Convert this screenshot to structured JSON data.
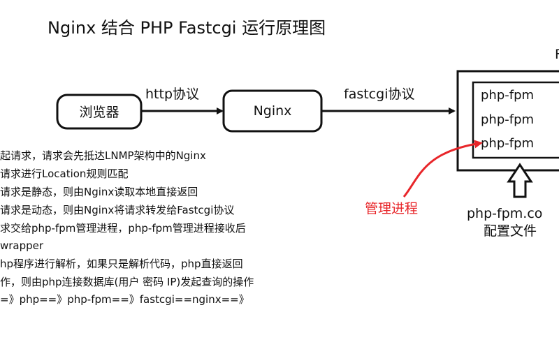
{
  "title": "Nginx 结合 PHP Fastcgi 运行原理图",
  "corner_mark": "F",
  "nodes": {
    "browser": "浏览器",
    "nginx": "Nginx"
  },
  "edges": {
    "http": "http协议",
    "fastcgi": "fastcgi协议"
  },
  "fpm_workers": [
    "php-fpm",
    "php-fpm",
    "php-fpm"
  ],
  "manager_label": "管理进程",
  "config": {
    "filename": "php-fpm.co",
    "caption": "配置文件"
  },
  "steps": [
    "起请求，请求会先抵达LNMP架构中的Nginx",
    "请求进行Location规则匹配",
    "请求是静态，则由Nginx读取本地直接返回",
    "请求是动态，则由Nginx将请求转发给Fastcgi协议",
    "求交给php-fpm管理进程，php-fpm管理进程接收后",
    "wrapper",
    "hp程序进行解析，如果只是解析代码，php直接返回",
    "作，则由php连接数据库(用户 密码 IP)发起查询的操作",
    "=》php==》php-fpm==》fastcgi==nginx==》"
  ],
  "colors": {
    "stroke": "#111111",
    "accent": "#e8262a",
    "background": "#ffffff"
  }
}
